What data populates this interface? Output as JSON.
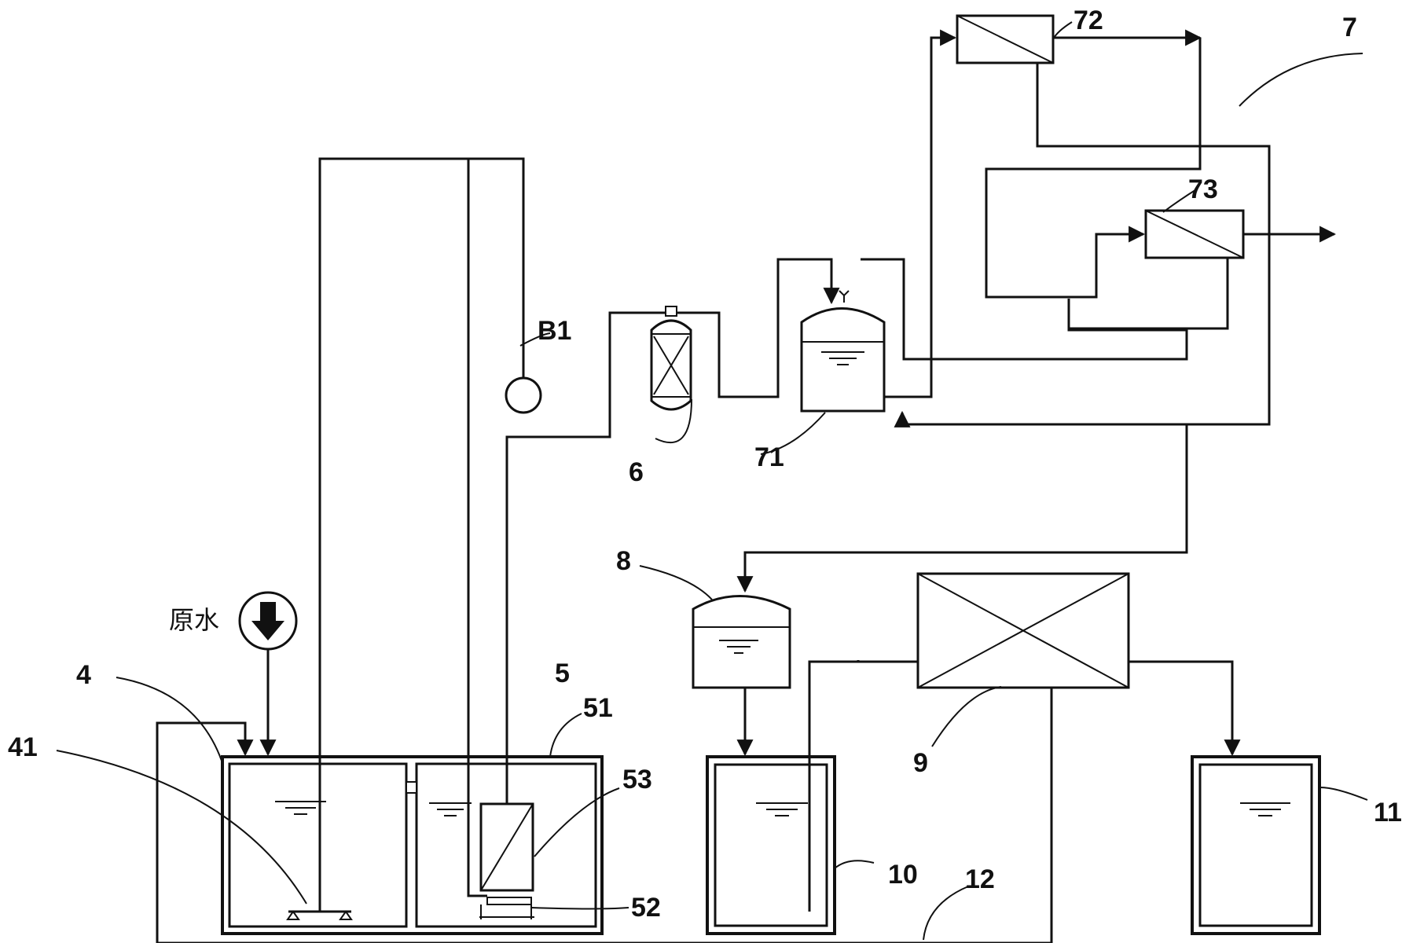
{
  "labels": {
    "raw_water": "原水",
    "n4": "4",
    "n41": "41",
    "n5": "5",
    "n51": "51",
    "n52": "52",
    "n53": "53",
    "n6": "6",
    "n7": "7",
    "n71": "71",
    "n72": "72",
    "n73": "73",
    "n8": "8",
    "n9": "9",
    "n10": "10",
    "n11": "11",
    "n12": "12",
    "b1": "B1"
  }
}
